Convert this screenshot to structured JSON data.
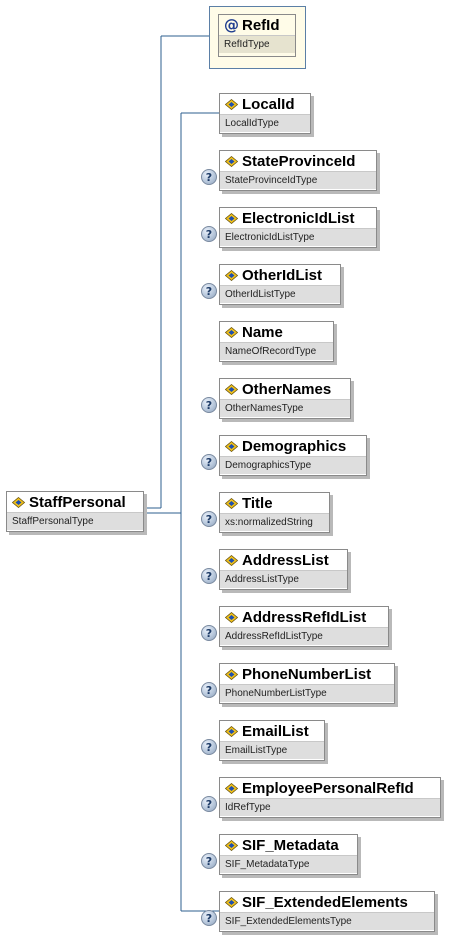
{
  "root": {
    "name": "StaffPersonal",
    "type": "StaffPersonalType"
  },
  "attribute": {
    "name": "RefId",
    "type": "RefIdType"
  },
  "elements": [
    {
      "name": "LocalId",
      "type": "LocalIdType",
      "optional": false
    },
    {
      "name": "StateProvinceId",
      "type": "StateProvinceIdType",
      "optional": true
    },
    {
      "name": "ElectronicIdList",
      "type": "ElectronicIdListType",
      "optional": true
    },
    {
      "name": "OtherIdList",
      "type": "OtherIdListType",
      "optional": true
    },
    {
      "name": "Name",
      "type": "NameOfRecordType",
      "optional": false
    },
    {
      "name": "OtherNames",
      "type": "OtherNamesType",
      "optional": true
    },
    {
      "name": "Demographics",
      "type": "DemographicsType",
      "optional": true
    },
    {
      "name": "Title",
      "type": "xs:normalizedString",
      "optional": true
    },
    {
      "name": "AddressList",
      "type": "AddressListType",
      "optional": true
    },
    {
      "name": "AddressRefIdList",
      "type": "AddressRefIdListType",
      "optional": true
    },
    {
      "name": "PhoneNumberList",
      "type": "PhoneNumberListType",
      "optional": true
    },
    {
      "name": "EmailList",
      "type": "EmailListType",
      "optional": true
    },
    {
      "name": "EmployeePersonalRefId",
      "type": "IdRefType",
      "optional": true
    },
    {
      "name": "SIF_Metadata",
      "type": "SIF_MetadataType",
      "optional": true
    },
    {
      "name": "SIF_ExtendedElements",
      "type": "SIF_ExtendedElementsType",
      "optional": true
    }
  ],
  "icons": {
    "element": "element-icon",
    "attribute": "at-sign-icon",
    "optional": "question-mark-icon"
  },
  "colors": {
    "connector": "#2d5f8f",
    "type_band": "#dedede",
    "attribute_bg": "#fffce8",
    "node_border": "#8a8a8a"
  }
}
